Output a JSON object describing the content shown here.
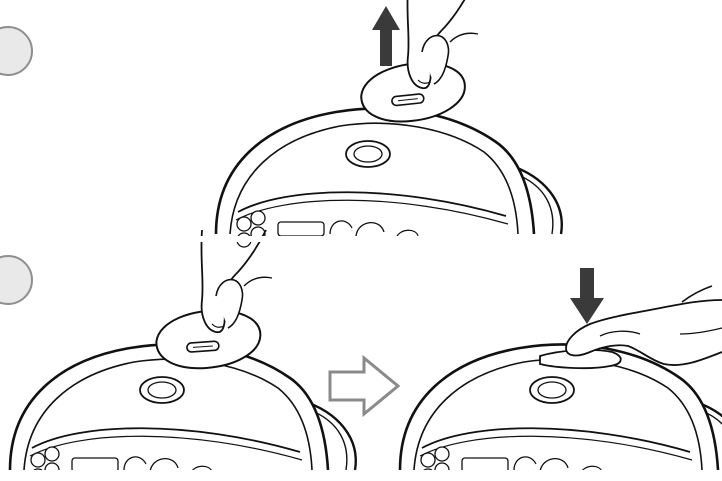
{
  "steps": [
    {
      "id": "step-1",
      "action": "lift-lid-up"
    },
    {
      "id": "step-2",
      "action": "press-lid-down"
    }
  ],
  "colors": {
    "outline": "#111111",
    "arrow_fill": "#3a3a3a",
    "step_circle_fill": "#e9e9e9",
    "step_circle_stroke": "#8e8e8e",
    "hollow_arrow_stroke": "#8a8a8a",
    "background": "#ffffff"
  },
  "icons": [
    "up-arrow-icon",
    "down-arrow-icon",
    "right-arrow-icon",
    "hand-icon",
    "rice-cooker-icon",
    "step-number-circle"
  ]
}
